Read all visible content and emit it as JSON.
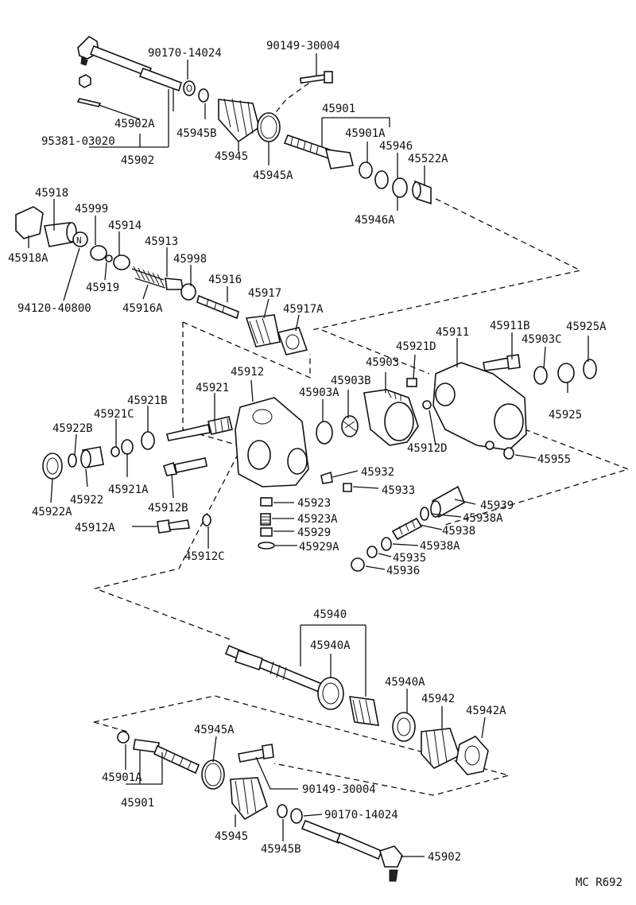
{
  "diagram": {
    "code": "MC R692",
    "labels": [
      "90170-14024",
      "90149-30004",
      "45902A",
      "45945B",
      "95381-03020",
      "45902",
      "45945",
      "45945A",
      "45901",
      "45901A",
      "45946",
      "45522A",
      "45946A",
      "45918",
      "45999",
      "45914",
      "45918A",
      "45913",
      "45998",
      "45919",
      "45916",
      "94120-40800",
      "45916A",
      "45917",
      "45917A",
      "45911",
      "45911B",
      "45925A",
      "45921D",
      "45903C",
      "45903",
      "45912",
      "45903B",
      "45921",
      "45921B",
      "45903A",
      "45925",
      "45921C",
      "45922B",
      "45912D",
      "45955",
      "45922",
      "45921A",
      "45932",
      "45922A",
      "45912B",
      "45933",
      "45923",
      "45939",
      "45923A",
      "45938A",
      "45912A",
      "45929",
      "45938",
      "45929A",
      "45938A",
      "45912C",
      "45935",
      "45936",
      "45940",
      "45940A",
      "45940A",
      "45942",
      "45942A",
      "45945A",
      "90149-30004",
      "45901A",
      "45901",
      "90170-14024",
      "45945",
      "45945B",
      "45902"
    ]
  }
}
